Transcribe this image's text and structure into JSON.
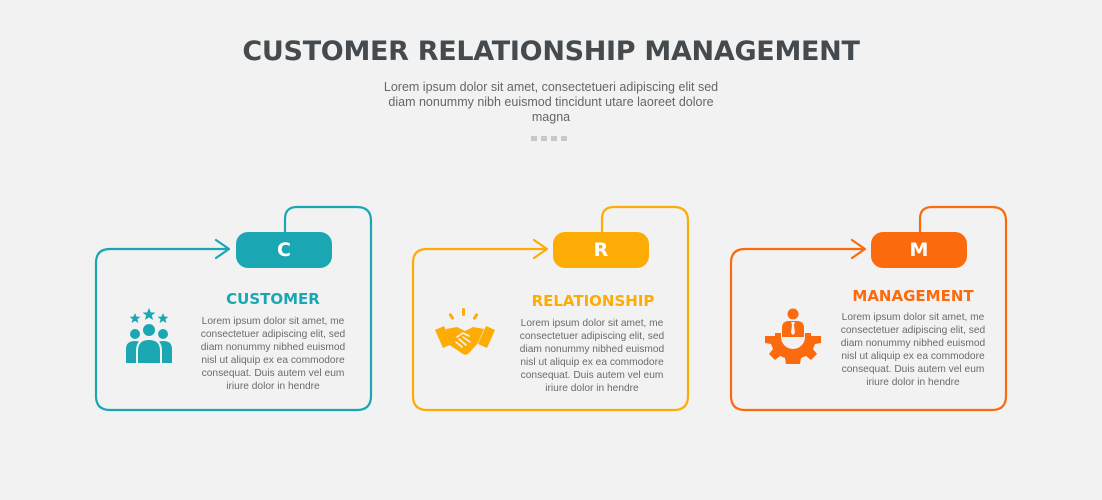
{
  "header": {
    "title": "CUSTOMER RELATIONSHIP MANAGEMENT",
    "subtitle": "Lorem ipsum dolor sit amet, consectetueri adipiscing elit sed diam nonummy nibh euismod tincidunt utare laoreet dolore magna"
  },
  "colors": {
    "customer": "#1ba6b4",
    "relationship": "#fdac06",
    "management": "#fb6a0c"
  },
  "steps": [
    {
      "letter": "C",
      "title": "CUSTOMER",
      "text": "Lorem ipsum dolor sit amet, me consectetuer adipiscing elit, sed diam nonummy nibhed euismod nisl ut aliquip ex ea commodore consequat. Duis autem vel eum iriure dolor in hendre",
      "icon": "customer-group-icon"
    },
    {
      "letter": "R",
      "title": "RELATIONSHIP",
      "text": "Lorem ipsum dolor sit amet, me consectetuer adipiscing elit, sed diam nonummy nibhed euismod nisl ut aliquip ex ea commodore consequat. Duis autem vel eum iriure dolor in hendre",
      "icon": "handshake-icon"
    },
    {
      "letter": "M",
      "title": "MANAGEMENT",
      "text": "Lorem ipsum dolor sit amet, me consectetuer adipiscing elit, sed diam nonummy nibhed euismod nisl ut aliquip ex ea commodore consequat. Duis autem vel eum iriure dolor in hendre",
      "icon": "manager-gear-icon"
    }
  ]
}
